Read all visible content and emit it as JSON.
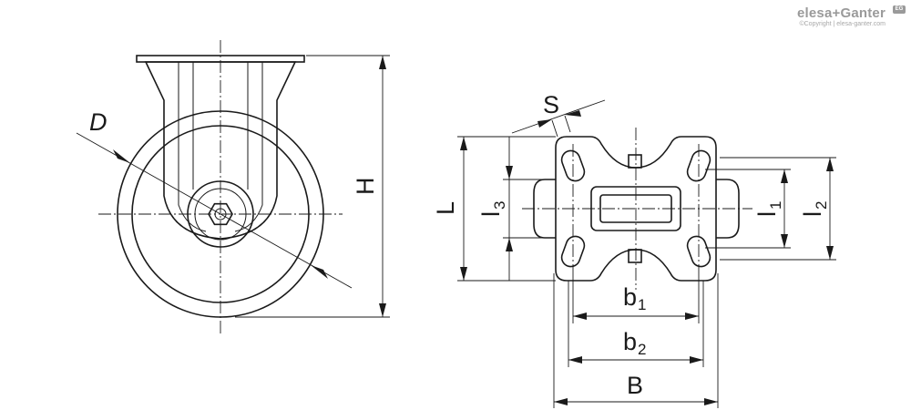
{
  "brand": {
    "name": "elesa+Ganter",
    "copyright": "©Copyright | elesa-ganter.com",
    "badge": "EG"
  },
  "labels": {
    "D": "D",
    "H": "H",
    "S": "S",
    "L": "L",
    "l3": "l",
    "l3_sub": "3",
    "l1": "l",
    "l1_sub": "1",
    "l2": "l",
    "l2_sub": "2",
    "b1": "b",
    "b1_sub": "1",
    "b2": "b",
    "b2_sub": "2",
    "B": "B"
  },
  "colors": {
    "line": "#1a1a1a",
    "logo": "#9a9a9a"
  }
}
